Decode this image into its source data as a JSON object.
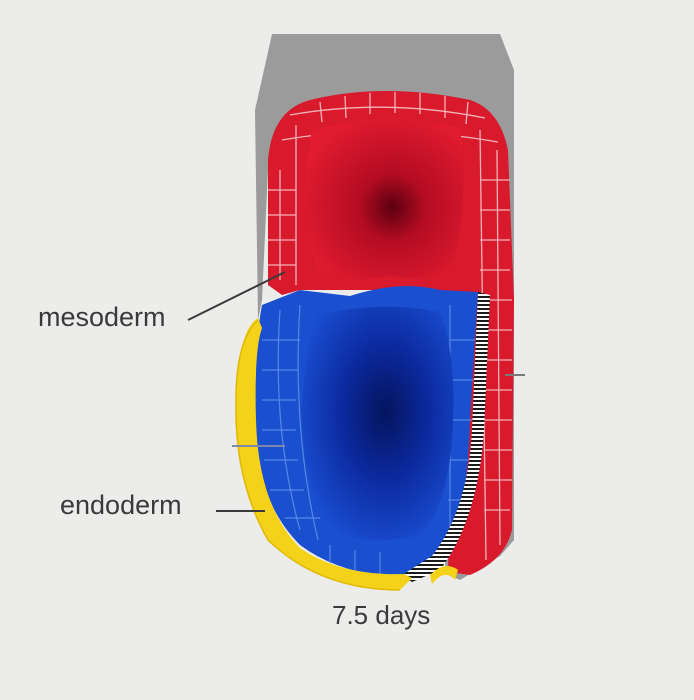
{
  "labels": {
    "mesoderm": "mesoderm",
    "endoderm": "endoderm",
    "age": "7.5 days"
  },
  "colors": {
    "background": "#ececea",
    "outer_tissue": "#9b9b9b",
    "extraembryonic_red": "#d81a2c",
    "cavity_red": "#c8102b",
    "embryonic_blue": "#1a4fcf",
    "cavity_blue": "#0d2ea8",
    "endoderm_yellow": "#f4d21a",
    "cell_line": "#f4c4c8",
    "ectoderm_stripes": "#1b1b1b"
  },
  "icons": {
    "label_pointer": "leader-line"
  }
}
